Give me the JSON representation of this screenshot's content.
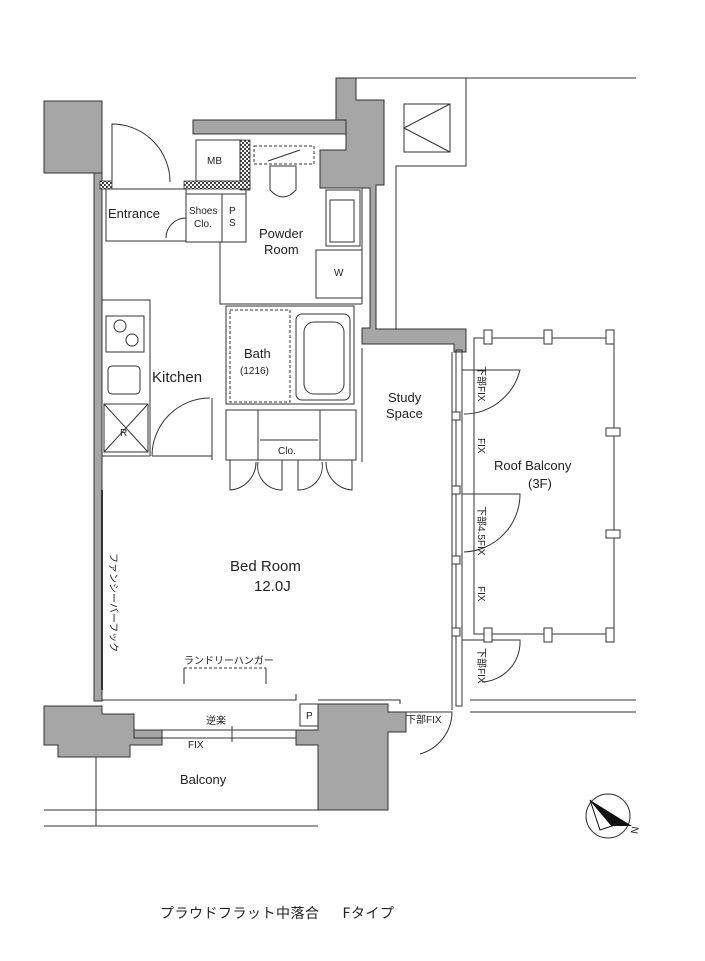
{
  "rooms": {
    "mb": "MB",
    "entrance": "Entrance",
    "shoes_line1": "Shoes",
    "shoes_line2": "Clo.",
    "ps_line1": "P",
    "ps_line2": "S",
    "powder_line1": "Powder",
    "powder_line2": "Room",
    "washer": "W",
    "kitchen": "Kitchen",
    "fridge": "R",
    "bath": "Bath",
    "bath_size": "(1216)",
    "closet": "Clo.",
    "study_line1": "Study",
    "study_line2": "Space",
    "bedroom": "Bed Room",
    "bedroom_size": "12.0J",
    "balcony": "Balcony",
    "roof_balcony_line1": "Roof Balcony",
    "roof_balcony_line2": "(3F)",
    "pipe_space": "P"
  },
  "annotations": {
    "fancy_hook": "ファンシーバーフック",
    "laundry_hanger": "ランドリーハンガー",
    "reverse_slide": "逆楽",
    "fix": "FIX",
    "lower_fix": "下部FIX",
    "win_lower_fix": "下部FIX",
    "win_fix_1": "FIX",
    "win_lower_45_fix": "下部4.5FIX",
    "win_fix_2": "FIX",
    "win_lower_fix_2": "下部FIX"
  },
  "compass": {
    "label": "N"
  },
  "caption": {
    "property": "プラウドフラット中落合",
    "type": "Fタイプ"
  }
}
